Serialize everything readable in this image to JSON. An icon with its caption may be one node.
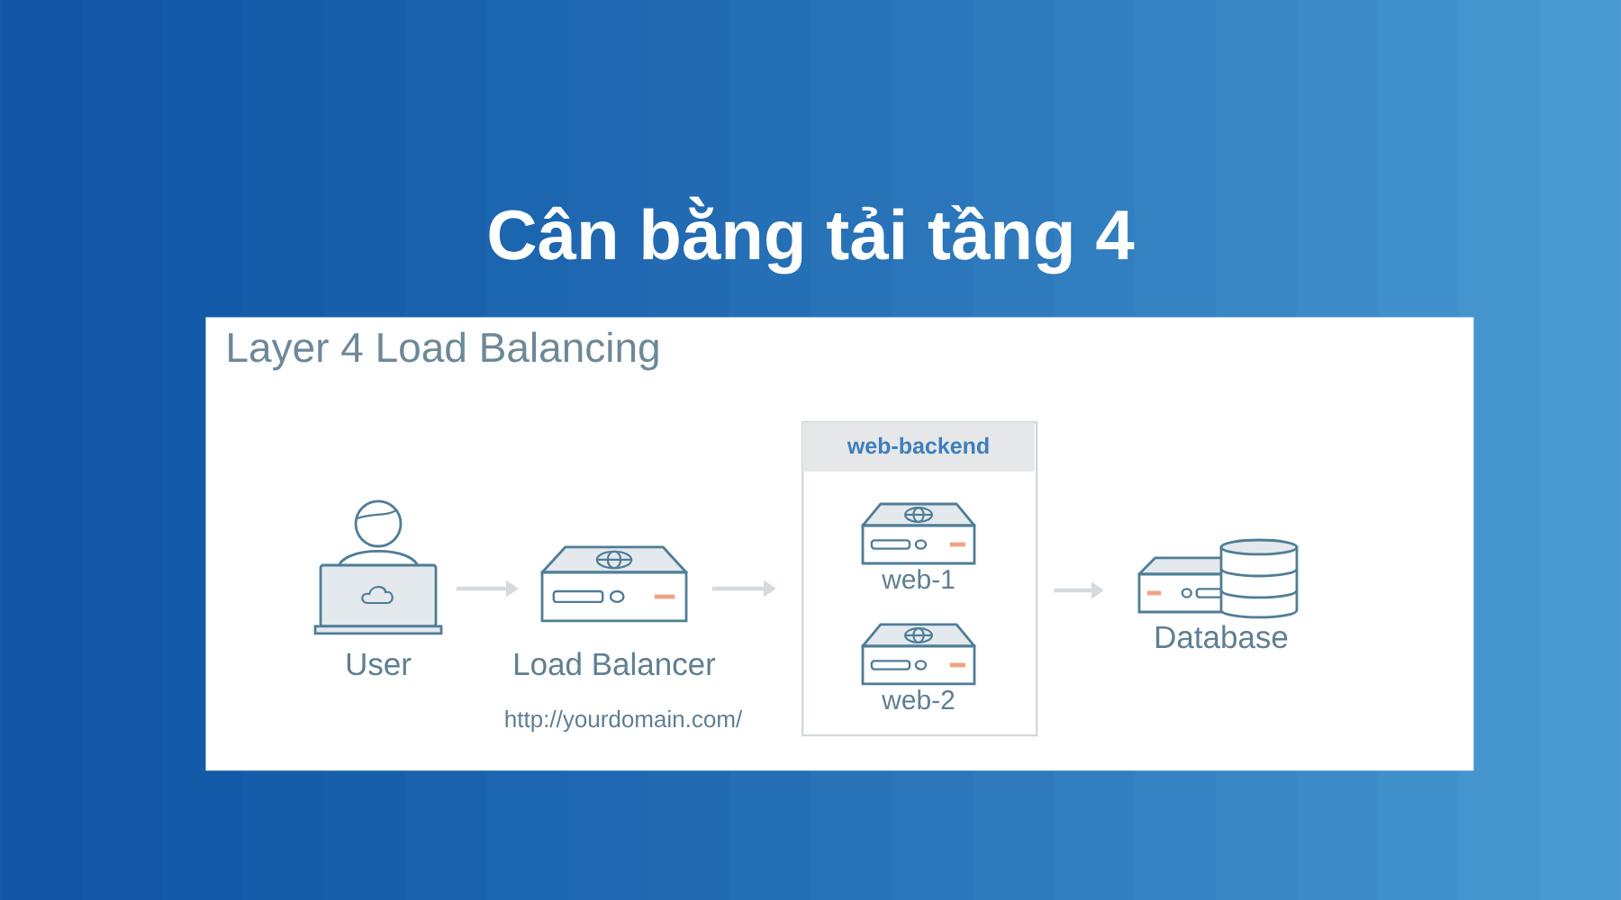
{
  "diagram": {
    "title": "Cân bằng tải tầng 4",
    "nodes": [
      {
        "text": [
          "Layer 4 Load Balancing"
        ]
      },
      {
        "text": [
          "User"
        ],
        "in": 0
      },
      {
        "text": [
          "Load Balancer"
        ],
        "beside": [
          "http://yourdomain.com/"
        ],
        "in": 0
      },
      {
        "text": [
          "web-backend"
        ],
        "in": 0
      },
      {
        "text": [
          "web-1"
        ],
        "in": 3
      },
      {
        "text": [
          "web-2"
        ],
        "in": 3
      },
      {
        "text": [
          "Database"
        ],
        "in": 0
      }
    ],
    "edges": [
      {
        "from": 1,
        "to": 2,
        "arrow": "to"
      },
      {
        "from": 2,
        "to": 3,
        "arrow": "to"
      },
      {
        "from": 3,
        "to": 6,
        "arrow": "to"
      }
    ]
  }
}
